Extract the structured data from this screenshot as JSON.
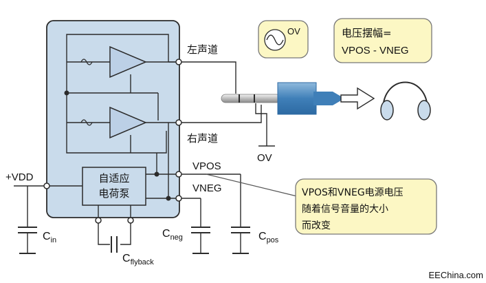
{
  "labels": {
    "left_channel": "左声道",
    "right_channel": "右声道",
    "ground_ov": "OV",
    "bubble_ov": "OV",
    "swing_line1": "电压摆幅=",
    "swing_line2": "VPOS - VNEG",
    "vdd": "+VDD",
    "vpos": "VPOS",
    "vneg": "VNEG",
    "charge_pump_line1": "自适应",
    "charge_pump_line2": "电荷泵",
    "note_line1": "VPOS和VNEG电源电压",
    "note_line2": "随着信号音量的大小",
    "note_line3": "而改变",
    "cap_in_main": "C",
    "cap_in_sub": "in",
    "cap_flyback_main": "C",
    "cap_flyback_sub": "flyback",
    "cap_neg_main": "C",
    "cap_neg_sub": "neg",
    "cap_pos_main": "C",
    "cap_pos_sub": "pos",
    "watermark": "EEChina.com"
  },
  "colors": {
    "chip_fill": "#c9dbeb",
    "amp_fill": "#bcd0e6",
    "bubble_fill": "#fcf7c4",
    "bubble_stroke": "#777777",
    "pin_fill": "#ffffff",
    "plug_blue": "#3f7fb8",
    "plug_blue_light": "#78a9d3",
    "headphone_fill": "#c9dbeb",
    "line": "#2b2b2b"
  }
}
